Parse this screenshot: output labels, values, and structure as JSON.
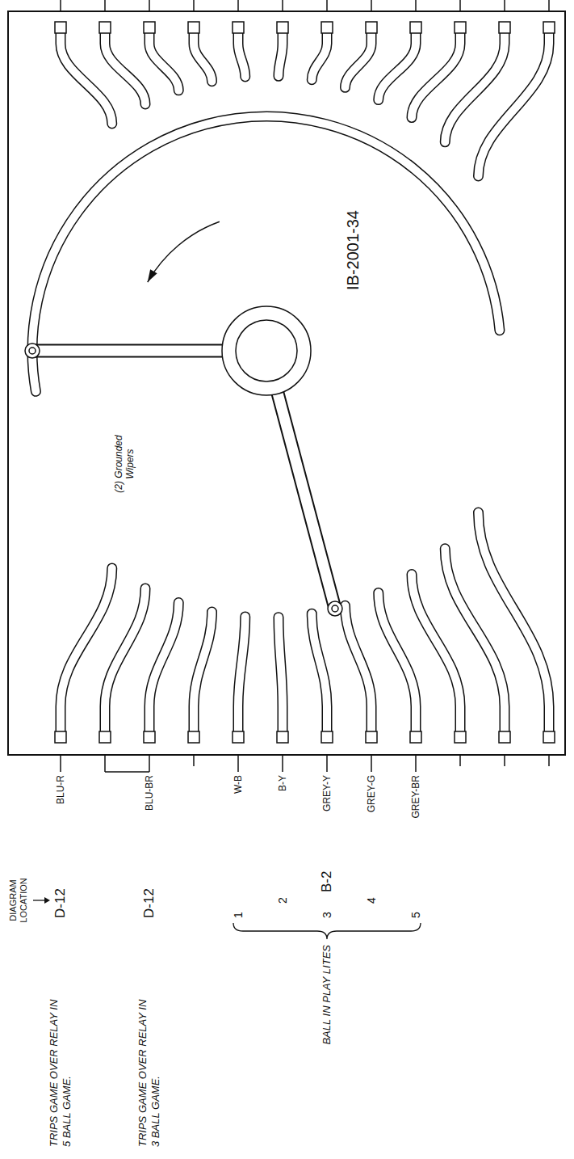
{
  "diagram": {
    "labels": [
      "DIAGRAM LOCATION",
      "TRIPS GAME OVER RELAY IN 5 BALL GAME.",
      "D-12",
      "BLU-R",
      "TRIPS GAME OVER RELAY IN 3 BALL GAME.",
      "D-12",
      "BLU-BR",
      "W-B",
      "B-Y",
      "GREY-Y",
      "GREY-G",
      "GREY-BR",
      "BALL IN PLAY LITES",
      "1",
      "2",
      "3",
      "B-2",
      "4",
      "5",
      "(2) Grounded Wipers",
      "IB-2001-34"
    ]
  }
}
